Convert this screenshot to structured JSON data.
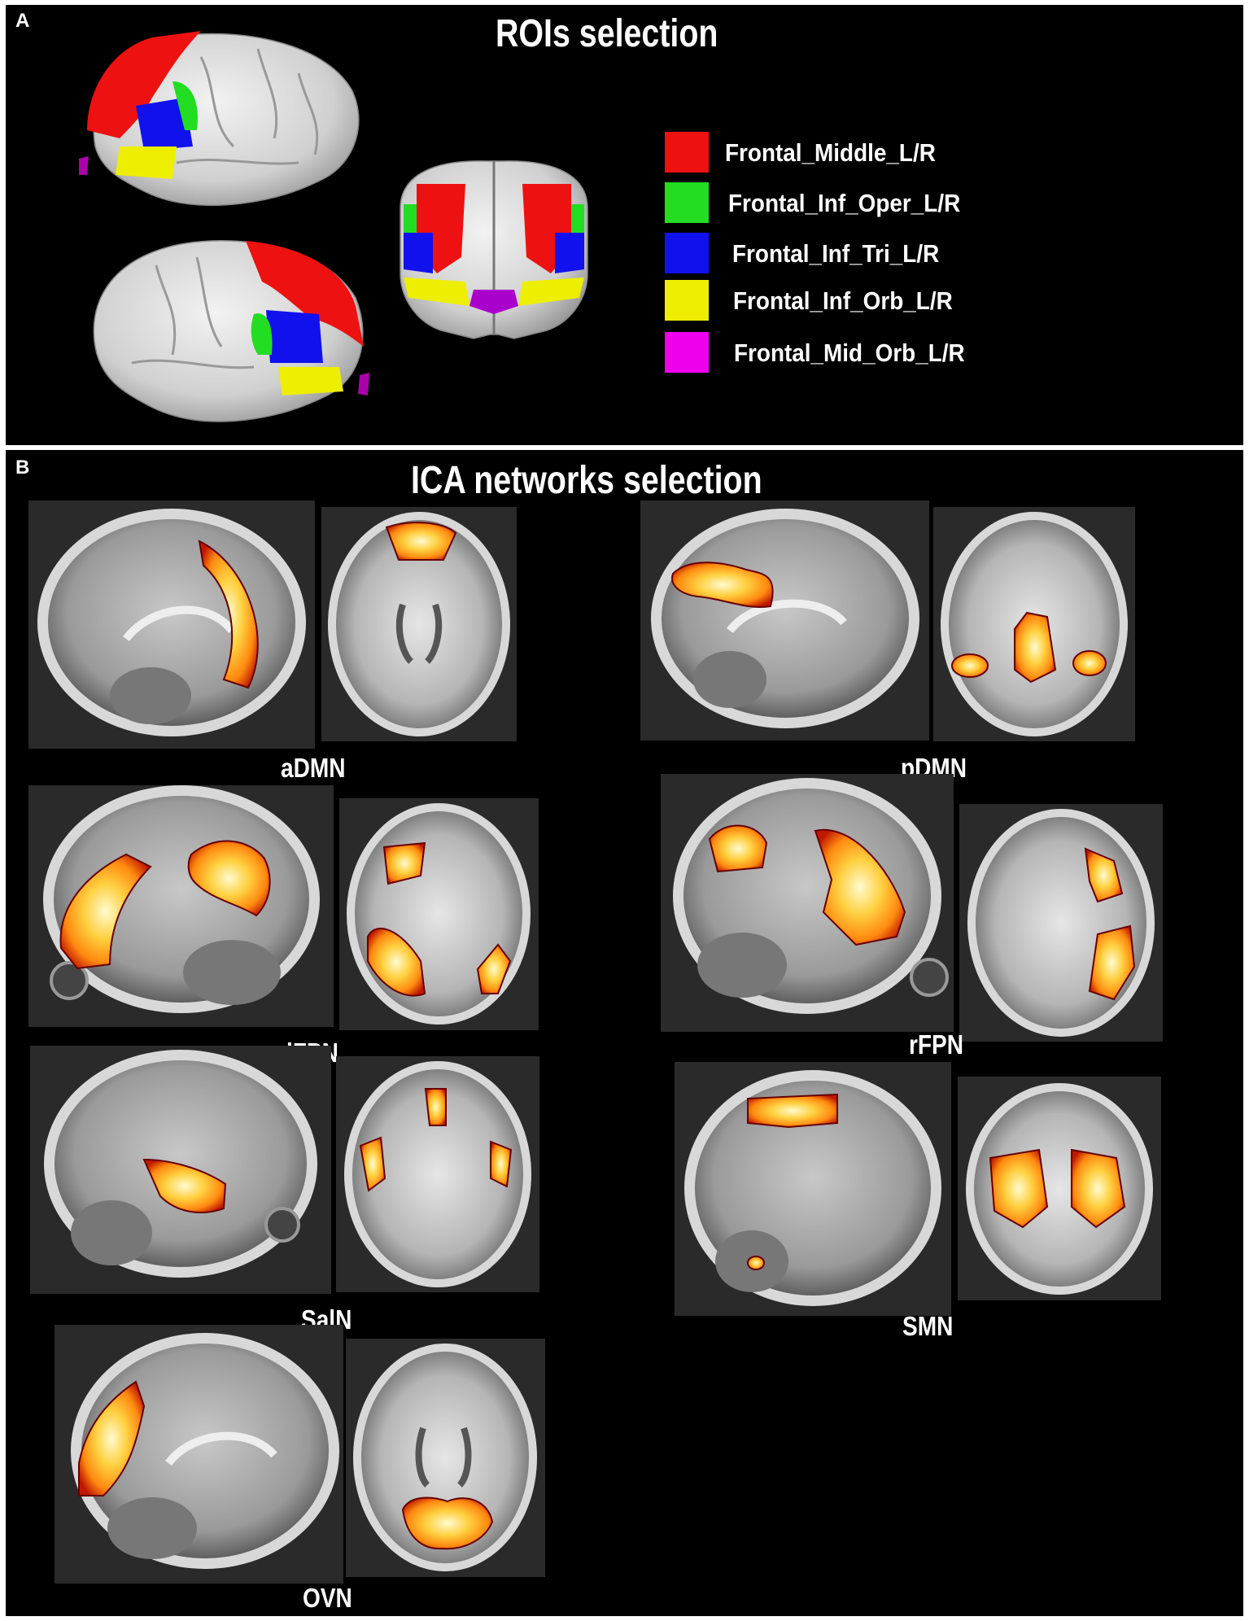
{
  "panel_a": {
    "label": "A",
    "title": "ROIs selection",
    "legend": [
      {
        "label": "Frontal_Middle_L/R",
        "color": "#ee1111"
      },
      {
        "label": "Frontal_Inf_Oper_L/R",
        "color": "#22dd22"
      },
      {
        "label": "Frontal_Inf_Tri_L/R",
        "color": "#1111ee"
      },
      {
        "label": "Frontal_Inf_Orb_L/R",
        "color": "#eeee00"
      },
      {
        "label": "Frontal_Mid_Orb_L/R",
        "color": "#ee00ee"
      }
    ]
  },
  "panel_b": {
    "label": "B",
    "title": "ICA networks  selection",
    "networks": [
      "aDMN",
      "pDMN",
      "lFPN",
      "rFPN",
      "SalN",
      "SMN",
      "OVN"
    ]
  },
  "colors": {
    "background": "#000000",
    "brain_surface": "#d6d6d6",
    "activation_core": "#fff6a0",
    "activation_mid": "#ff9a10",
    "activation_edge": "#c01800"
  },
  "icons": [
    "brain-surface-lateral-left-icon",
    "brain-surface-lateral-right-icon",
    "brain-surface-frontal-icon",
    "mri-sagittal-slice-icon",
    "mri-axial-slice-icon"
  ]
}
